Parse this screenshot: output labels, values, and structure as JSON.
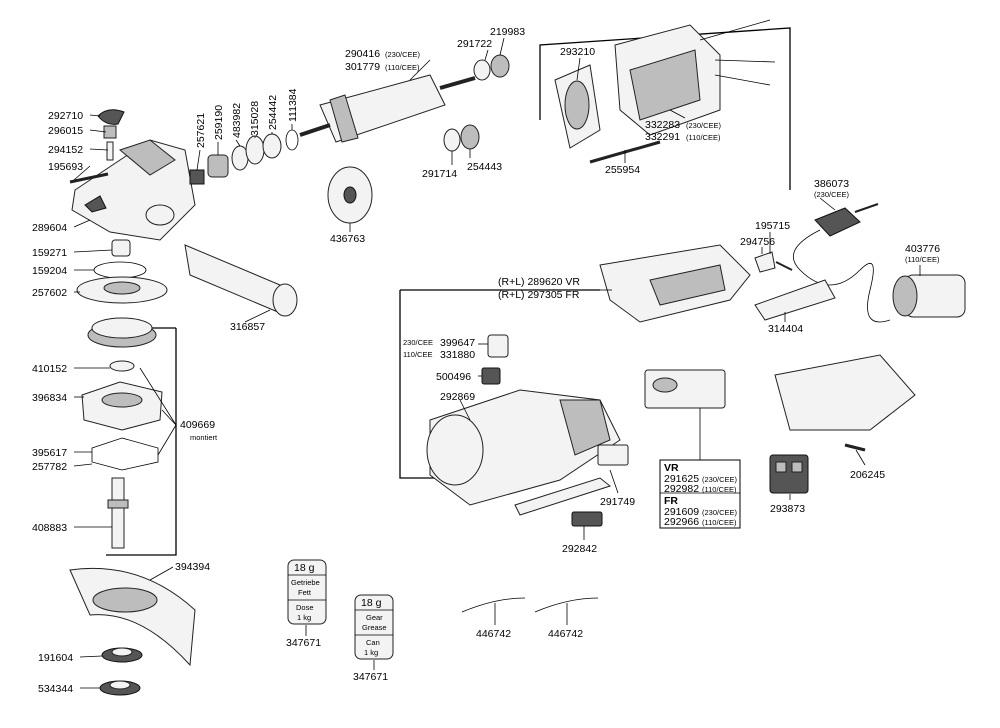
{
  "labels": {
    "p292710": "292710",
    "p296015": "296015",
    "p294152": "294152",
    "p195693": "195693",
    "p289604": "289604",
    "p159271": "159271",
    "p159204": "159204",
    "p257602": "257602",
    "p410152": "410152",
    "p396834": "396834",
    "p395617": "395617",
    "p257782": "257782",
    "p408883": "408883",
    "p409669": "409669",
    "montiert": "montiert",
    "p394394": "394394",
    "p191604": "191604",
    "p534344": "534344",
    "p257621": "257621",
    "p259190": "259190",
    "p483982": "483982",
    "p315028": "315028",
    "p254442": "254442",
    "p111384": "111384",
    "p316857": "316857",
    "p436763": "436763",
    "p290416": "290416",
    "p290416_note": "(230/CEE)",
    "p301779": "301779",
    "p301779_note": "(110/CEE)",
    "p291722": "291722",
    "p219983": "219983",
    "p291714": "291714",
    "p254443": "254443",
    "p293210": "293210",
    "p332283": "332283",
    "p332283_note": "(230/CEE)",
    "p332291": "332291",
    "p332291_note": "(110/CEE)",
    "p255954": "255954",
    "p386073": "386073",
    "p386073_note": "(230/CEE)",
    "p195715": "195715",
    "p294756": "294756",
    "p403776": "403776",
    "p403776_note": "(110/CEE)",
    "p314404": "314404",
    "p289620": "(R+L) 289620 VR",
    "p297305": "(R+L) 297305 FR",
    "p399647_note": "230/CEE",
    "p399647": "399647",
    "p331880_note": "110/CEE",
    "p331880": "331880",
    "p500496": "500496",
    "p292869": "292869",
    "p291749": "291749",
    "p292842": "292842",
    "p206245": "206245",
    "p293873": "293873",
    "vr_head": "VR",
    "vr1": "291625",
    "vr1_note": "(230/CEE)",
    "vr2": "292982",
    "vr2_note": "(110/CEE)",
    "fr_head": "FR",
    "fr1": "291609",
    "fr1_note": "(230/CEE)",
    "fr2": "292966",
    "fr2_note": "(110/CEE)",
    "p446742a": "446742",
    "p446742b": "446742",
    "can1_weight": "18 g",
    "can1_l1": "Getriebe",
    "can1_l2": "Fett",
    "can1_l3": "Dose",
    "can1_l4": "1 kg",
    "p347671a": "347671",
    "can2_weight": "18 g",
    "can2_l1": "Gear",
    "can2_l2": "Grease",
    "can2_l3": "Can",
    "can2_l4": "1 kg",
    "p347671b": "347671"
  }
}
